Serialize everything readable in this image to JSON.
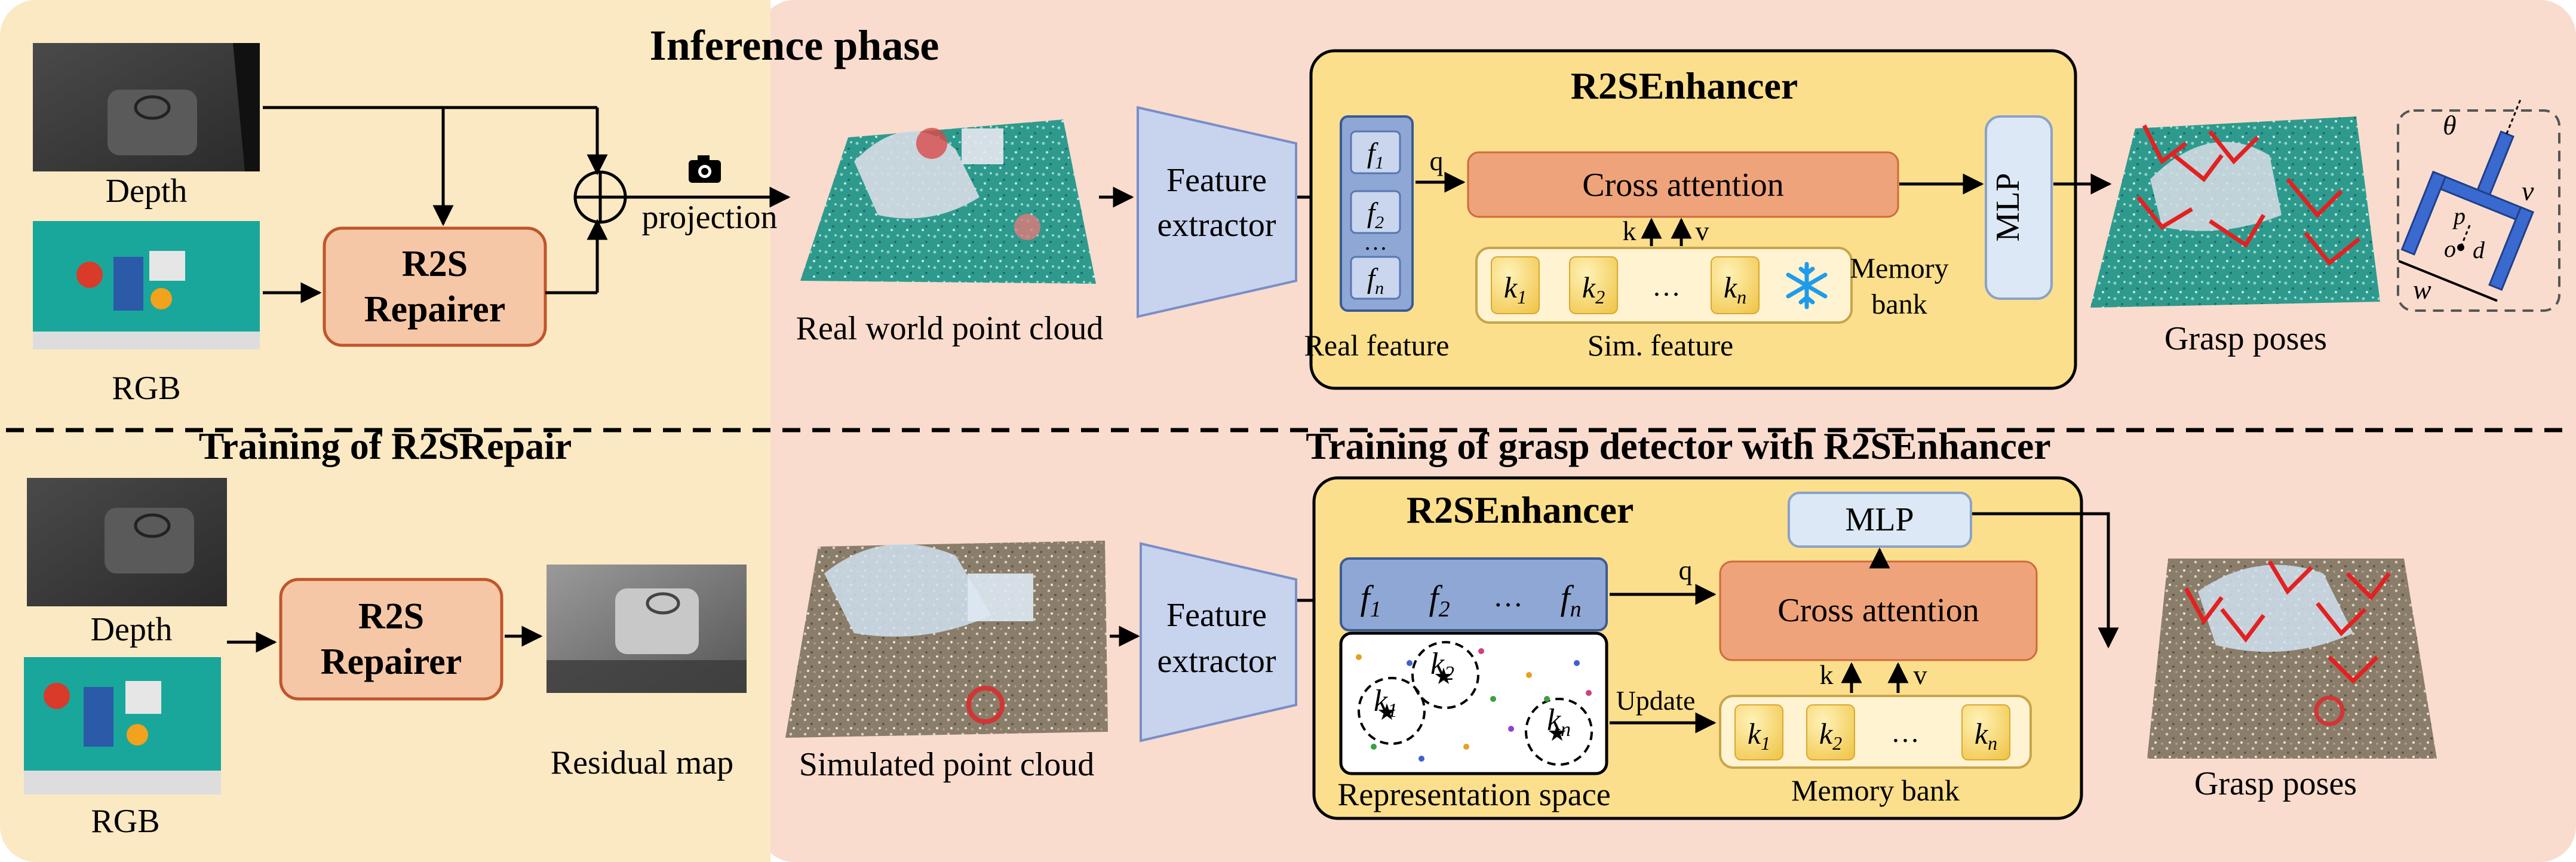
{
  "colors": {
    "left_bg": "#fbe9c4",
    "right_bg": "#f9dccd",
    "enhancer_bg": "#fbdf8c",
    "repairer_fill": "#f6c7a6",
    "repairer_stroke": "#c0552b",
    "cross_attention_fill": "#efa37a",
    "mlp_fill": "#dce8f5",
    "feature_extractor_fill": "#c8d4ee",
    "key_cube": "#f6d46b",
    "snowflake": "#1f9bea"
  },
  "top": {
    "title": "Inference phase",
    "depth_label": "Depth",
    "rgb_label": "RGB",
    "repairer_line1": "R2S",
    "repairer_line2": "Repairer",
    "projection_label": "projection",
    "point_cloud_label": "Real world point cloud",
    "feature_extractor_line1": "Feature",
    "feature_extractor_line2": "extractor",
    "enhancer_title": "R2SEnhancer",
    "real_feature_label": "Real feature",
    "features": [
      "f1",
      "f2",
      "…",
      "fn"
    ],
    "q_label": "q",
    "k_label": "k",
    "v_label": "v",
    "cross_attention_label": "Cross attention",
    "memory_keys": [
      "k1",
      "k2",
      "…",
      "kn"
    ],
    "memory_label_line1": "Memory",
    "memory_label_line2": "bank",
    "sim_feature_label": "Sim. feature",
    "mlp_label": "MLP",
    "grasp_label": "Grasp poses",
    "gripper_symbols": [
      "θ",
      "v",
      "p",
      "o",
      "d",
      "w"
    ]
  },
  "bottom": {
    "repair_title": "Training of R2SRepair",
    "depth_label": "Depth",
    "rgb_label": "RGB",
    "repairer_line1": "R2S",
    "repairer_line2": "Repairer",
    "residual_label": "Residual  map",
    "detector_title": "Training of grasp detector with R2SEnhancer",
    "point_cloud_label": "Simulated point cloud",
    "feature_extractor_line1": "Feature",
    "feature_extractor_line2": "extractor",
    "enhancer_title": "R2SEnhancer",
    "features": [
      "f1",
      "f2",
      "…",
      "fn"
    ],
    "q_label": "q",
    "k_label": "k",
    "v_label": "v",
    "mlp_label": "MLP",
    "cross_attention_label": "Cross attention",
    "update_label": "Update",
    "cluster_keys": [
      "k1",
      "k2",
      "kn"
    ],
    "representation_label": "Representation space",
    "memory_keys": [
      "k1",
      "k2",
      "…",
      "kn"
    ],
    "memory_label": "Memory bank",
    "grasp_label": "Grasp poses"
  }
}
